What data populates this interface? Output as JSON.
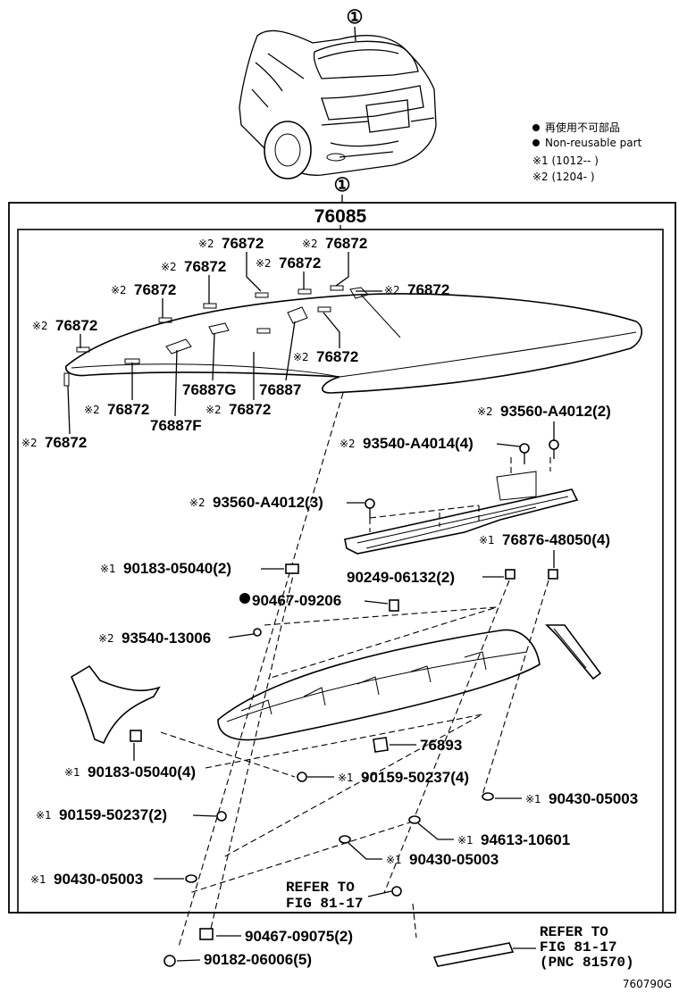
{
  "legend": {
    "line1": "再使用不可部品",
    "line2": "Non-reusable part",
    "line3": "※1 (1012--      )",
    "line4": "※2 (1204-       )"
  },
  "callout_numbers": {
    "top": "①",
    "middle": "①"
  },
  "assembly_number": "76085",
  "markers": {
    "m1": "※1",
    "m2": "※2"
  },
  "parts": {
    "p76872_a": "76872",
    "p76872_b": "76872",
    "p76872_c": "76872",
    "p76872_d": "76872",
    "p76872_e": "76872",
    "p76872_f": "76872",
    "p76872_g": "76872",
    "p76872_h": "76872",
    "p76872_i": "76872",
    "p76872_j": "76872",
    "p76872_k": "76872",
    "p76887G": "76887G",
    "p76887": "76887",
    "p76887F": "76887F",
    "p93560_2": "93560-A4012(2)",
    "p93540_4": "93540-A4014(4)",
    "p93560_3": "93560-A4012(3)",
    "p76876": "76876-48050(4)",
    "p90183_2": "90183-05040(2)",
    "p90249": "90249-06132(2)",
    "p90467_206": "90467-09206",
    "p93540_13006": "93540-13006",
    "p76893": "76893",
    "p90183_4": "90183-05040(4)",
    "p90159_4": "90159-50237(4)",
    "p90430_a": "90430-05003",
    "p90159_2": "90159-50237(2)",
    "p94613": "94613-10601",
    "p90430_b": "90430-05003",
    "p90430_c": "90430-05003",
    "p90467_075": "90467-09075(2)",
    "p90182": "90182-06006(5)"
  },
  "refs": {
    "ref1_line1": "REFER TO",
    "ref1_line2": "FIG 81-17",
    "ref2_line1": "REFER TO",
    "ref2_line2": "FIG 81-17",
    "ref2_line3": "(PNC 81570)"
  },
  "drawing_id": "760790G"
}
